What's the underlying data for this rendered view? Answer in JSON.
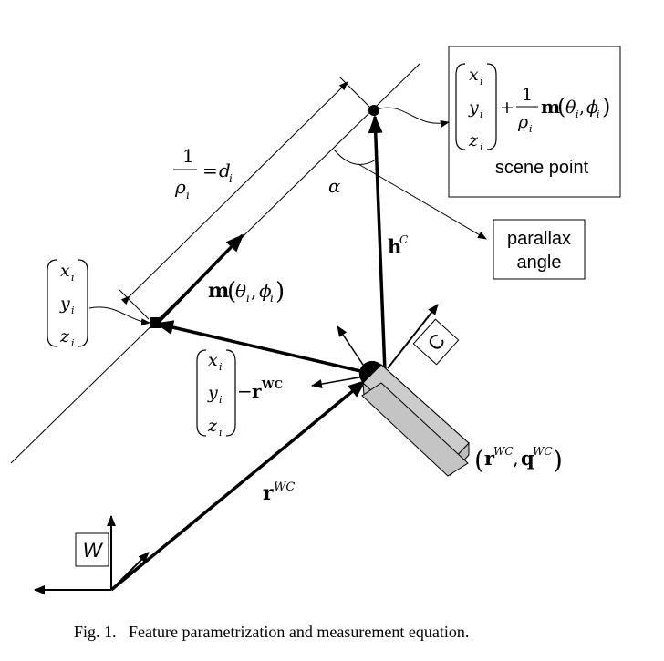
{
  "labels": {
    "frame_w": "W",
    "frame_c": "C",
    "scene_point": "scene point",
    "parallax_line1": "parallax",
    "parallax_line2": "angle",
    "alpha": "α",
    "h": "h",
    "h_sup": "C",
    "m": "m",
    "theta": "θ",
    "phi": "ϕ",
    "i": "i",
    "x": "x",
    "y": "y",
    "z": "z",
    "rho": "ρ",
    "one": "1",
    "d": "d",
    "eq": "=",
    "plus": "+",
    "minus": "−",
    "comma": ",",
    "r": "r",
    "q": "q",
    "wc": "WC"
  },
  "caption": "Fig. 1.   Feature parametrization and measurement equation."
}
